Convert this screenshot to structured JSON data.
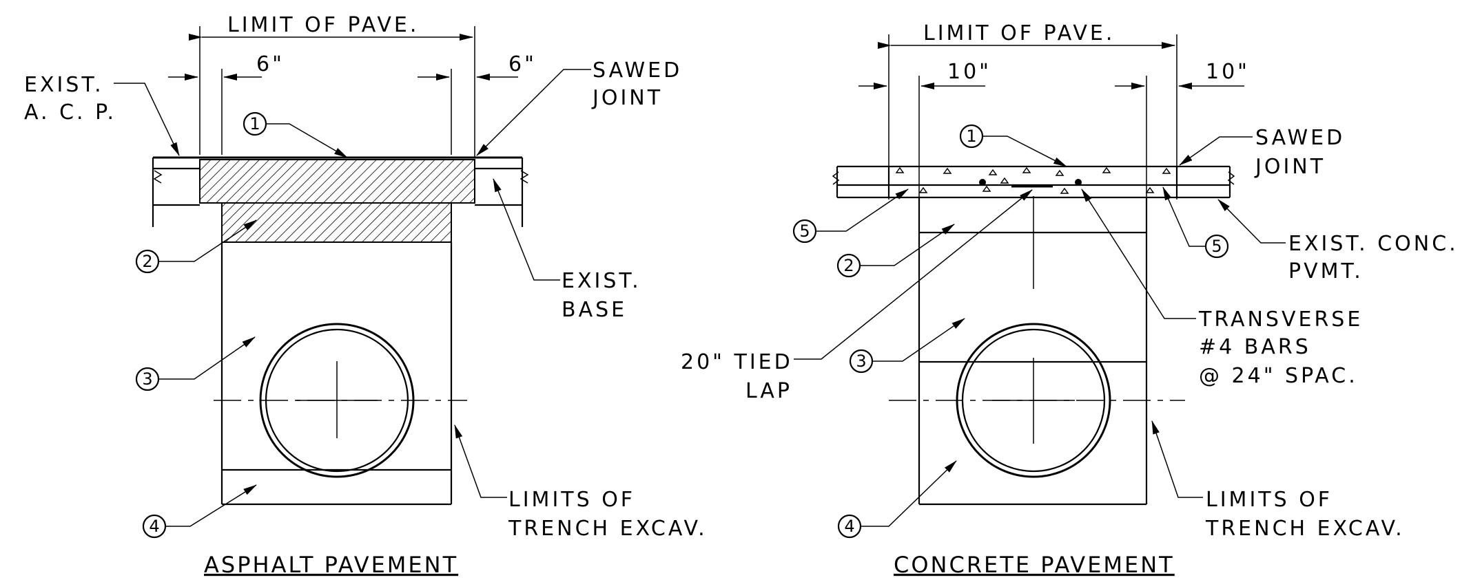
{
  "asphalt": {
    "title": "ASPHALT PAVEMENT",
    "limit_of_pave": "LIMIT OF PAVE.",
    "offset_left": "6\"",
    "offset_right": "6\"",
    "exist_acp_1": "EXIST.",
    "exist_acp_2": "A. C. P.",
    "sawed_1": "SAWED",
    "sawed_2": "JOINT",
    "exist_base_1": "EXIST.",
    "exist_base_2": "BASE",
    "trench_1": "LIMITS OF",
    "trench_2": "TRENCH EXCAV.",
    "callouts": [
      "1",
      "2",
      "3",
      "4"
    ]
  },
  "concrete": {
    "title": "CONCRETE PAVEMENT",
    "limit_of_pave": "LIMIT OF PAVE.",
    "offset_left": "10\"",
    "offset_right": "10\"",
    "sawed_1": "SAWED",
    "sawed_2": "JOINT",
    "exist_conc_1": "EXIST. CONC.",
    "exist_conc_2": "PVMT.",
    "transverse_1": "TRANSVERSE",
    "transverse_2": "#4 BARS",
    "transverse_3": "@ 24\" SPAC.",
    "tied_lap_1": "20\" TIED",
    "tied_lap_2": "LAP",
    "trench_1": "LIMITS OF",
    "trench_2": "TRENCH EXCAV.",
    "callouts": [
      "1",
      "2",
      "3",
      "4",
      "5",
      "5"
    ]
  }
}
